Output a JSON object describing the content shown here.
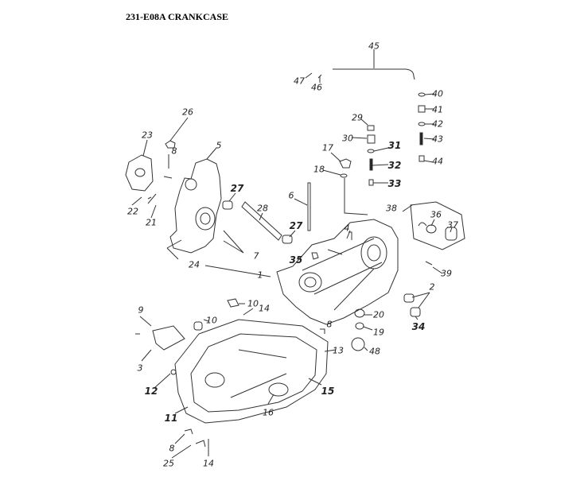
{
  "title": "231-E08A CRANKCASE",
  "callouts": [
    {
      "n": "45",
      "bold": false
    },
    {
      "n": "47",
      "bold": false
    },
    {
      "n": "46",
      "bold": false
    },
    {
      "n": "40",
      "bold": false
    },
    {
      "n": "41",
      "bold": false
    },
    {
      "n": "42",
      "bold": false
    },
    {
      "n": "43",
      "bold": false
    },
    {
      "n": "44",
      "bold": false
    },
    {
      "n": "29",
      "bold": false
    },
    {
      "n": "30",
      "bold": false
    },
    {
      "n": "31",
      "bold": true
    },
    {
      "n": "32",
      "bold": true
    },
    {
      "n": "33",
      "bold": true
    },
    {
      "n": "17",
      "bold": false
    },
    {
      "n": "18",
      "bold": false
    },
    {
      "n": "26",
      "bold": false
    },
    {
      "n": "23",
      "bold": false
    },
    {
      "n": "8",
      "bold": false
    },
    {
      "n": "5",
      "bold": false
    },
    {
      "n": "27",
      "bold": true
    },
    {
      "n": "28",
      "bold": false
    },
    {
      "n": "6",
      "bold": false
    },
    {
      "n": "27",
      "bold": true
    },
    {
      "n": "4",
      "bold": false
    },
    {
      "n": "38",
      "bold": false
    },
    {
      "n": "36",
      "bold": false
    },
    {
      "n": "37",
      "bold": false
    },
    {
      "n": "35",
      "bold": true
    },
    {
      "n": "22",
      "bold": false
    },
    {
      "n": "21",
      "bold": false
    },
    {
      "n": "7",
      "bold": false
    },
    {
      "n": "24",
      "bold": false
    },
    {
      "n": "1",
      "bold": false
    },
    {
      "n": "2",
      "bold": false
    },
    {
      "n": "39",
      "bold": false
    },
    {
      "n": "34",
      "bold": true
    },
    {
      "n": "20",
      "bold": false
    },
    {
      "n": "19",
      "bold": false
    },
    {
      "n": "48",
      "bold": false
    },
    {
      "n": "9",
      "bold": false
    },
    {
      "n": "10",
      "bold": false
    },
    {
      "n": "10",
      "bold": false
    },
    {
      "n": "14",
      "bold": false
    },
    {
      "n": "8",
      "bold": false
    },
    {
      "n": "13",
      "bold": false
    },
    {
      "n": "3",
      "bold": false
    },
    {
      "n": "12",
      "bold": true
    },
    {
      "n": "15",
      "bold": true
    },
    {
      "n": "11",
      "bold": true
    },
    {
      "n": "16",
      "bold": false
    },
    {
      "n": "8",
      "bold": false
    },
    {
      "n": "25",
      "bold": false
    },
    {
      "n": "14",
      "bold": false
    }
  ]
}
